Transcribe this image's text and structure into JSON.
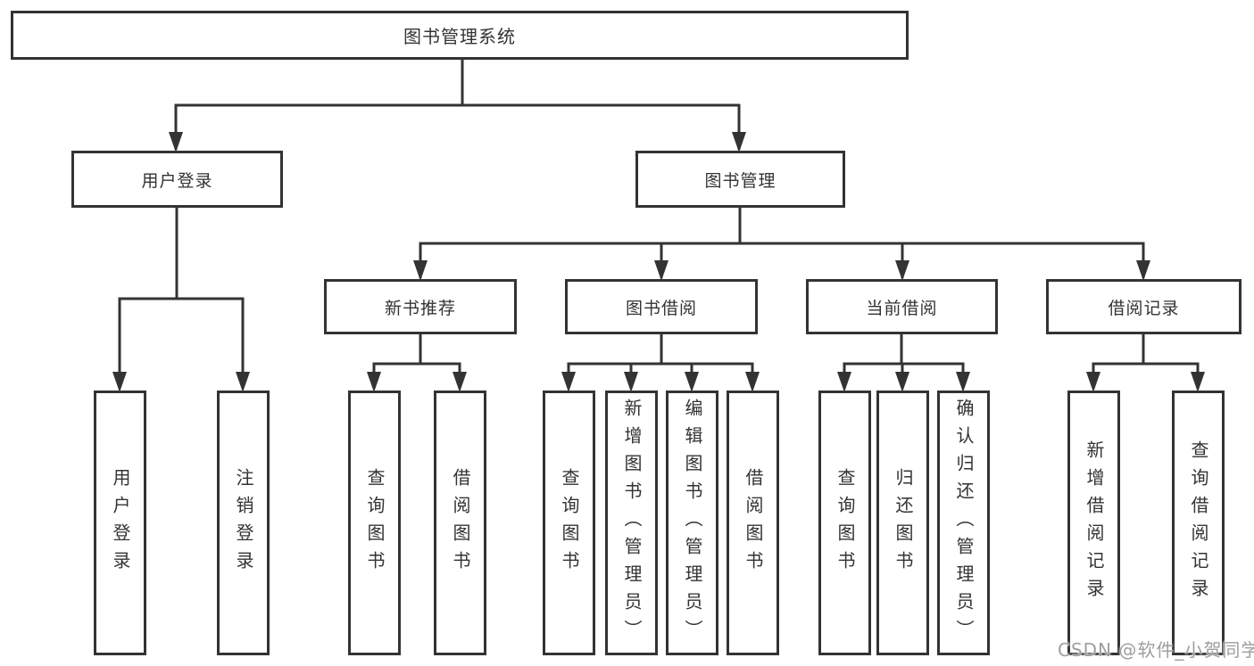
{
  "diagram": {
    "root": "图书管理系统",
    "level2": {
      "user_login": "用户登录",
      "book_mgmt": "图书管理"
    },
    "level3": {
      "new_book": "新书推荐",
      "book_borrow": "图书借阅",
      "current_borrow": "当前借阅",
      "borrow_record": "借阅记录"
    },
    "leaves": {
      "user_login": "用户登录",
      "logout": "注销登录",
      "nb_query": "查询图书",
      "nb_borrow": "借阅图书",
      "bb_query": "查询图书",
      "bb_add": "新增图书（管理员）",
      "bb_edit": "编辑图书（管理员）",
      "bb_borrow": "借阅图书",
      "cb_query": "查询图书",
      "cb_return": "归还图书",
      "cb_confirm": "确认归还（管理员）",
      "br_add": "新增借阅记录",
      "br_query": "查询借阅记录"
    },
    "hierarchy": {
      "图书管理系统": {
        "用户登录": [
          "用户登录",
          "注销登录"
        ],
        "图书管理": {
          "新书推荐": [
            "查询图书",
            "借阅图书"
          ],
          "图书借阅": [
            "查询图书",
            "新增图书（管理员）",
            "编辑图书（管理员）",
            "借阅图书"
          ],
          "当前借阅": [
            "查询图书",
            "归还图书",
            "确认归还（管理员）"
          ],
          "借阅记录": [
            "新增借阅记录",
            "查询借阅记录"
          ]
        }
      }
    },
    "colors": {
      "line": "#333333",
      "text": "#333333",
      "box_background": "#ffffff",
      "page_background": "#ffffff",
      "watermark": "#9e9e9e"
    }
  },
  "watermark": {
    "text": "CSDN @软件_小贺同学"
  }
}
